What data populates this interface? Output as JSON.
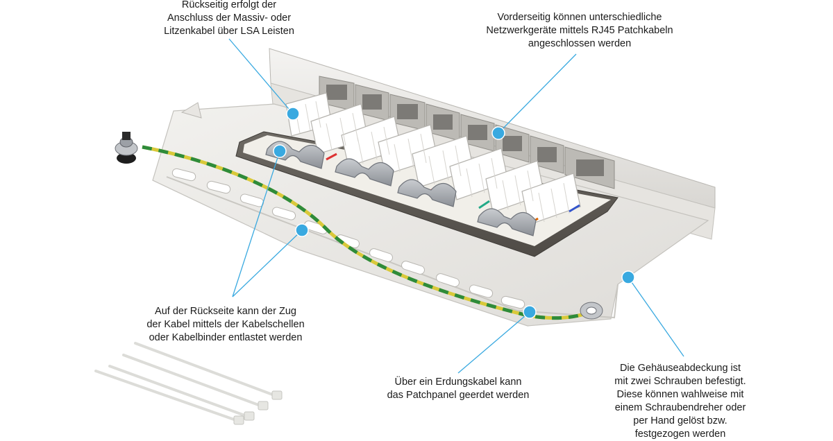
{
  "colors": {
    "callout_dot": "#39a9e0",
    "callout_line": "#39a9e0",
    "panel": "#eceae6",
    "earth_green": "#2e8b3a",
    "earth_yellow": "#d9c93a"
  },
  "callouts": {
    "lsa": [
      "Rückseitig erfolgt der",
      "Anschluss der Massiv- oder",
      "Litzenkabel über LSA Leisten"
    ],
    "front": [
      "Vorderseitig können unterschiedliche",
      "Netzwerkgeräte mittels RJ45 Patchkabeln",
      "angeschlossen werden"
    ],
    "strain": [
      "Auf der Rückseite kann der Zug",
      "der Kabel mittels der Kabelschellen",
      "oder Kabelbinder entlastet werden"
    ],
    "earth": [
      "Über ein Erdungskabel kann",
      "das Patchpanel geerdet werden"
    ],
    "cover": [
      "Die Gehäuseabdeckung ist",
      "mit zwei Schrauben befestigt.",
      "Diese können wahlweise mit",
      "einem Schraubendreher oder",
      "per Hand gelöst bzw.",
      "festgezogen werden"
    ]
  }
}
